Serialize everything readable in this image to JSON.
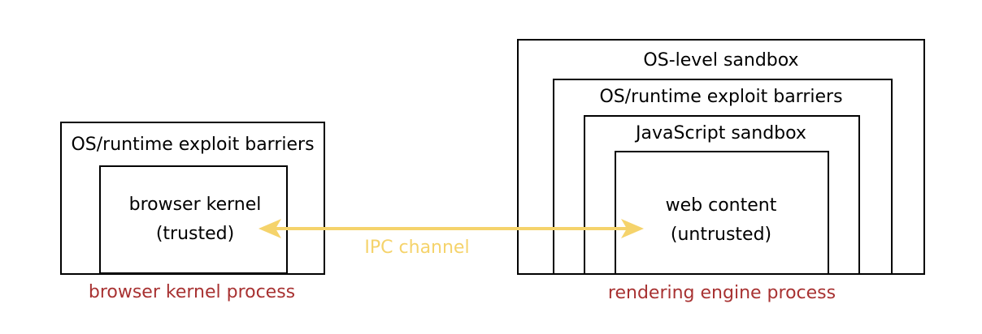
{
  "colors": {
    "border": "#000000",
    "text": "#000000",
    "process_label": "#a83232",
    "ipc": "#f5d36b"
  },
  "left": {
    "outer_label": "OS/runtime exploit barriers",
    "kernel_line1": "browser kernel",
    "kernel_line2": "(trusted)",
    "process_label": "browser kernel process"
  },
  "right": {
    "os_sandbox_label": "OS-level sandbox",
    "exploit_label": "OS/runtime exploit barriers",
    "js_sandbox_label": "JavaScript sandbox",
    "content_line1": "web content",
    "content_line2": "(untrusted)",
    "process_label": "rendering engine process"
  },
  "ipc": {
    "label": "IPC channel"
  }
}
